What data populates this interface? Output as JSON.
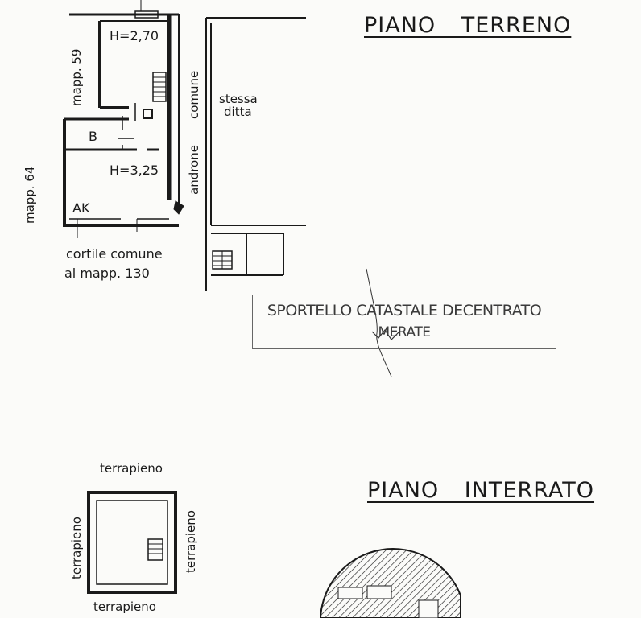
{
  "ground_floor": {
    "title": "PIANO  TERRENO",
    "height_upper": "H=2,70",
    "height_lower": "H=3,25",
    "room_b": "B",
    "room_ak": "AK",
    "map_59": "mapp. 59",
    "map_64": "mapp. 64",
    "common_hall_1": "comune",
    "common_hall_2": "androne",
    "same_owner_1": "stessa",
    "same_owner_2": "ditta",
    "courtyard_1": "cortile  comune",
    "courtyard_2": "al  mapp. 130"
  },
  "stamp": {
    "line1": "SPORTELLO CATASTALE DECENTRATO",
    "line2": "MERATE"
  },
  "basement": {
    "title": "PIANO  INTERRATO",
    "embankment_top": "terrapieno",
    "embankment_bottom": "terrapieno",
    "embankment_left": "terrapieno",
    "embankment_right": "terrapieno"
  },
  "colors": {
    "ink": "#1a1a1a",
    "paper": "#fbfbf9",
    "stamp": "#3a3a3a"
  }
}
